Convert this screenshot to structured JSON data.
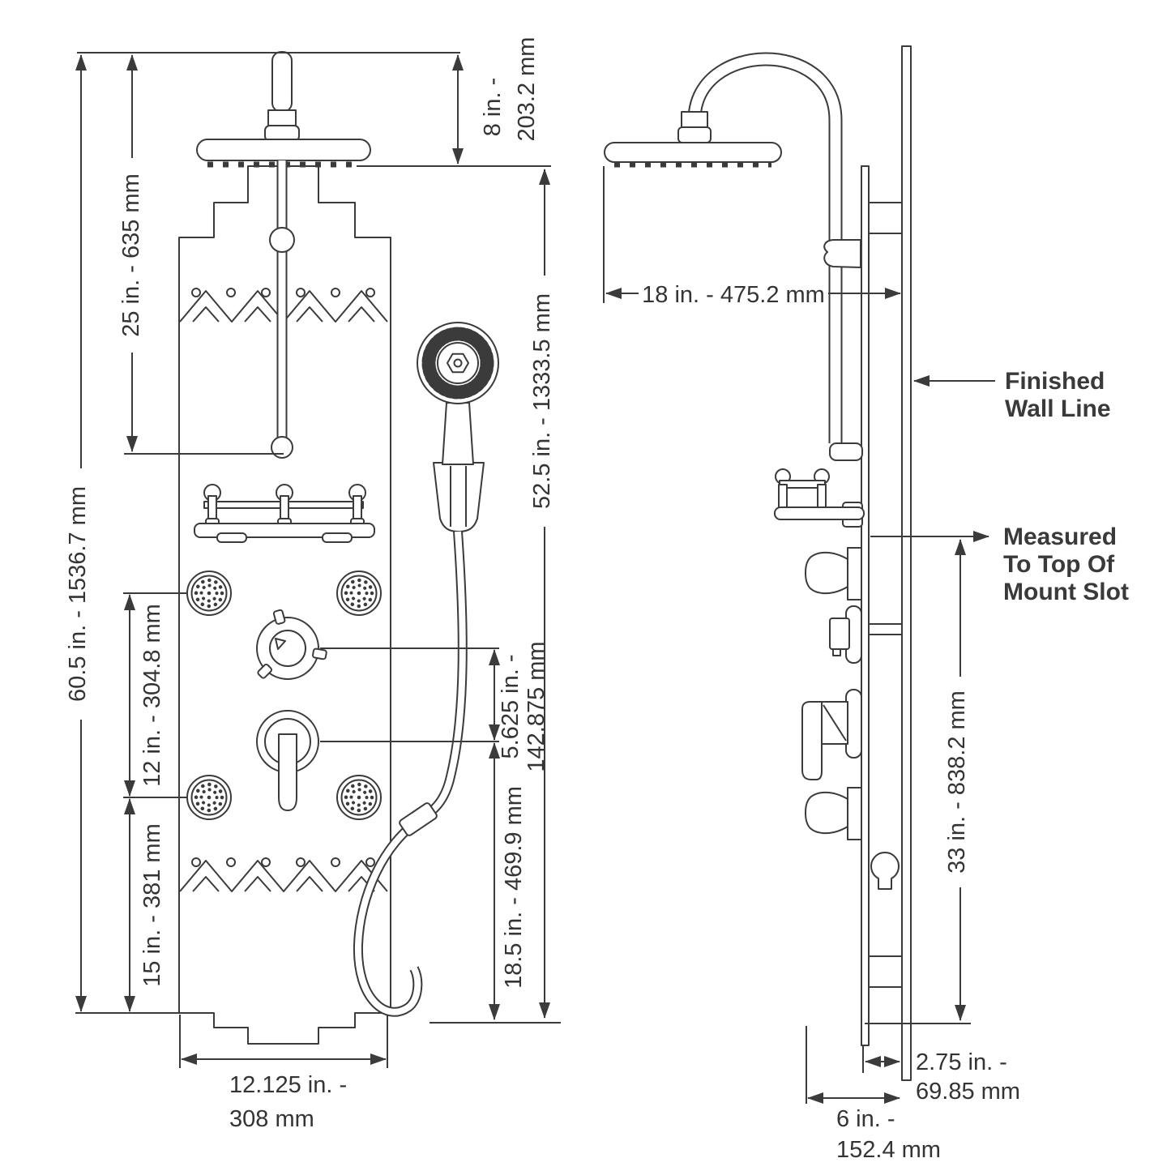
{
  "drawing": {
    "kind": "shower-panel installation dimension diagram",
    "colors": {
      "ink": "#3b3b3b",
      "label_text": "#343434",
      "background": "#ffffff"
    }
  },
  "front_view": {
    "dim_overall_height": "60.5 in. - 1536.7 mm",
    "dim_top_to_pipe_end": "25 in. - 635 mm",
    "dim_arm_height_line1": "8 in. -",
    "dim_arm_height_line2": "203.2 mm",
    "dim_head_to_bottom": "52.5 in. - 1333.5 mm",
    "dim_jet_spacing": "12 in. - 304.8 mm",
    "dim_jet_to_bottom": "15 in. - 381 mm",
    "dim_diverter_to_valve_line1": "5.625 in. -",
    "dim_diverter_to_valve_line2": "142.875 mm",
    "dim_valve_to_bottom": "18.5 in. - 469.9 mm",
    "dim_panel_width_line1": "12.125 in. -",
    "dim_panel_width_line2": "308 mm"
  },
  "side_view": {
    "dim_head_reach": "18 in. - 475.2 mm",
    "dim_mount_slot_height": "33 in. - 838.2 mm",
    "dim_wall_offset_line1": "2.75 in. -",
    "dim_wall_offset_line2": "69.85 mm",
    "dim_total_depth_line1": "6 in. -",
    "dim_total_depth_line2": "152.4 mm",
    "note_finished_wall_line1": "Finished",
    "note_finished_wall_line2": "Wall Line",
    "note_mount_slot_line1": "Measured",
    "note_mount_slot_line2": "To Top Of",
    "note_mount_slot_line3": "Mount Slot"
  }
}
